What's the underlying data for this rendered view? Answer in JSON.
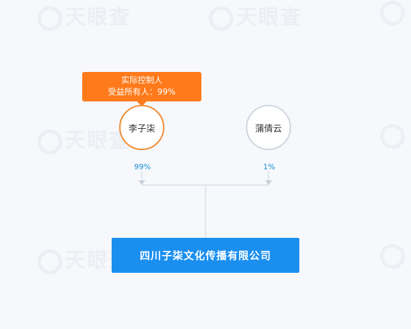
{
  "tooltip": {
    "line1": "实际控制人",
    "line2": "受益所有人：99%"
  },
  "shareholders": [
    {
      "name": "李子柒",
      "percent": "99%"
    },
    {
      "name": "蒲倩云",
      "percent": "1%"
    }
  ],
  "company": {
    "name": "四川子柒文化传播有限公司"
  },
  "watermark": {
    "text": "天眼查"
  },
  "colors": {
    "accent_orange": "#ff7a1a",
    "company_blue": "#1a8ff0",
    "percent_text": "#1a8fd6",
    "line": "#c8d2dc"
  }
}
